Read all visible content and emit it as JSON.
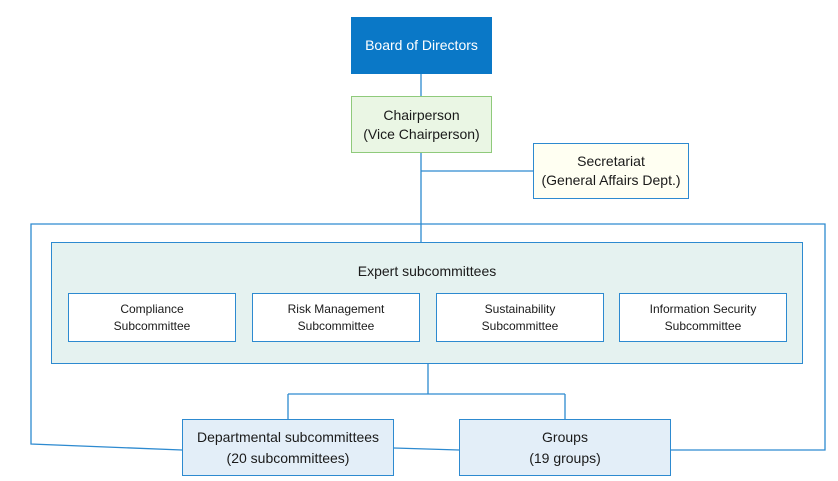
{
  "board": {
    "label": "Board of Directors"
  },
  "chairperson": {
    "line1": "Chairperson",
    "line2": "(Vice Chairperson)"
  },
  "secretariat": {
    "line1": "Secretariat",
    "line2": "(General Affairs Dept.)"
  },
  "expert": {
    "title": "Expert subcommittees",
    "items": [
      {
        "line1": "Compliance",
        "line2": "Subcommittee"
      },
      {
        "line1": "Risk Management",
        "line2": "Subcommittee"
      },
      {
        "line1": "Sustainability",
        "line2": "Subcommittee"
      },
      {
        "line1": "Information Security",
        "line2": "Subcommittee"
      }
    ]
  },
  "departmental": {
    "line1": "Departmental subcommittees",
    "line2": "(20 subcommittees)"
  },
  "groups": {
    "line1": "Groups",
    "line2": "(19 groups)"
  },
  "colors": {
    "board_fill": "#0a78c7",
    "chair_fill": "#eaf6e4",
    "chair_border": "#8fca7b",
    "secretariat_fill": "#fffff2",
    "panel_fill": "#e5f2f0",
    "bottom_fill": "#e3eef8",
    "line": "#2d8ad0"
  }
}
